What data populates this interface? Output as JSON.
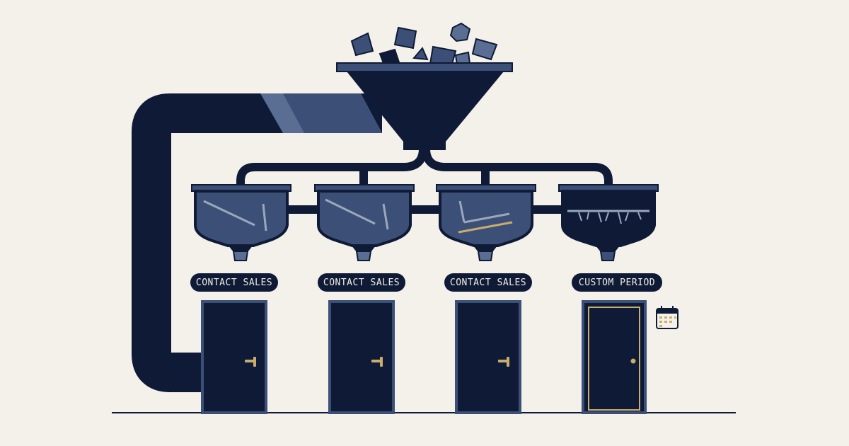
{
  "colors": {
    "background": "#f4f1ea",
    "navy": "#0e1a36",
    "slate": "#3c5077",
    "steel": "#5a6e93",
    "gold": "#c8ad6c",
    "cream": "#f2eee4"
  },
  "icons": [
    "funnel-icon",
    "calendar-icon",
    "door-handle-icon"
  ],
  "labels": {
    "door1": "CONTACT SALES",
    "door2": "CONTACT SALES",
    "door3": "CONTACT SALES",
    "door4": "CUSTOM PERIOD"
  },
  "highlighted_door": 4
}
